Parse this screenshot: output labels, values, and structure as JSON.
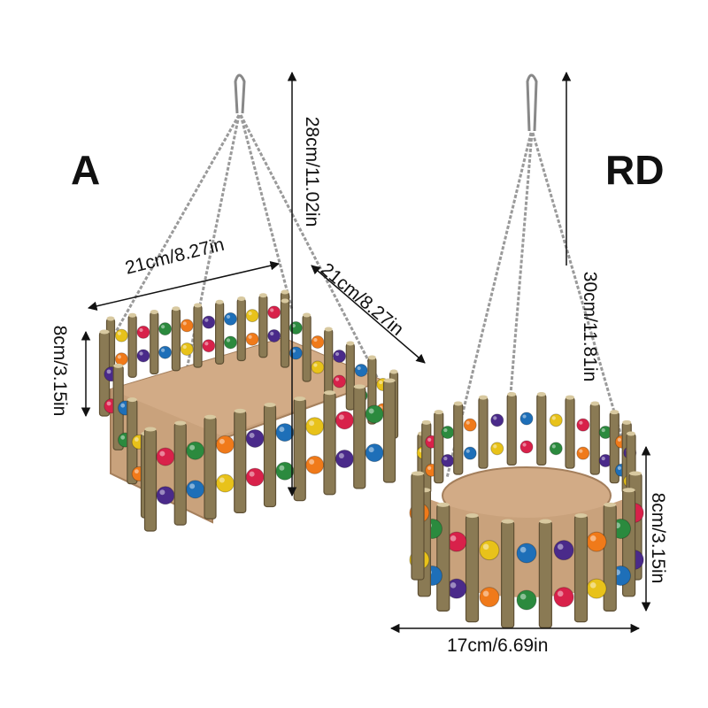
{
  "variants": [
    {
      "label": "A",
      "shape": "square perch",
      "dimensions": {
        "height": "28cm/11.02in",
        "width": "21cm/8.27in",
        "depth": "21cm/8.27in",
        "fence_height": "8cm/3.15in"
      }
    },
    {
      "label": "RD",
      "shape": "round perch",
      "dimensions": {
        "height": "30cm/11.81in",
        "diameter": "17cm/6.69in",
        "fence_height": "8cm/3.15in"
      }
    }
  ],
  "colors": {
    "wood": "#8a7a54",
    "bark_dark": "#5e4f33",
    "platform": "#c9a27c",
    "chain": "#9a9a9a",
    "beads": [
      "#e8c21a",
      "#d8214a",
      "#2b8a3e",
      "#f07a1a",
      "#4a2a8a",
      "#1e6fb8"
    ]
  }
}
